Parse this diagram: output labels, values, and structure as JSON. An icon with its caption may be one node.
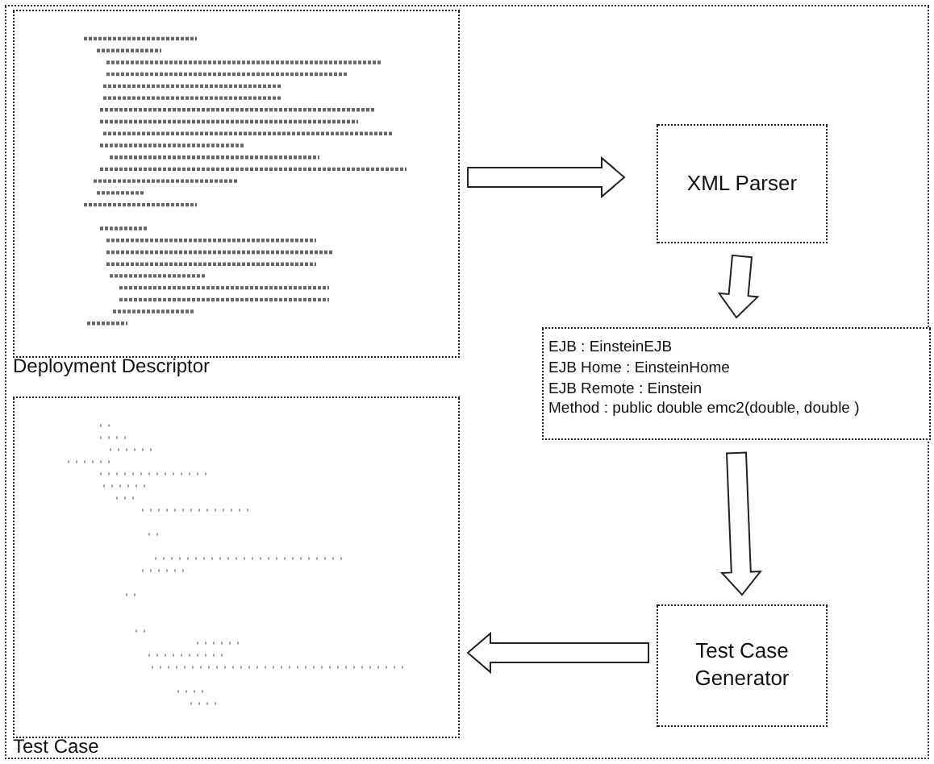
{
  "diagram": {
    "nodes": [
      {
        "text": [
          "Deployment Descriptor"
        ]
      },
      {
        "text": [
          "XML Parser"
        ]
      },
      {
        "text": [
          "EJB : EinsteinEJB",
          "EJB Home : EinsteinHome",
          "EJB Remote : Einstein",
          "Method : public double emc2(double, double )"
        ]
      },
      {
        "text": [
          "Test Case Generator"
        ]
      },
      {
        "text": [
          "Test Case"
        ]
      }
    ],
    "edges": [
      {
        "from": 0,
        "to": 1,
        "arrow": "to"
      },
      {
        "from": 1,
        "to": 2,
        "arrow": "to"
      },
      {
        "from": 2,
        "to": 3,
        "arrow": "to"
      },
      {
        "from": 3,
        "to": 4,
        "arrow": "to"
      }
    ]
  }
}
